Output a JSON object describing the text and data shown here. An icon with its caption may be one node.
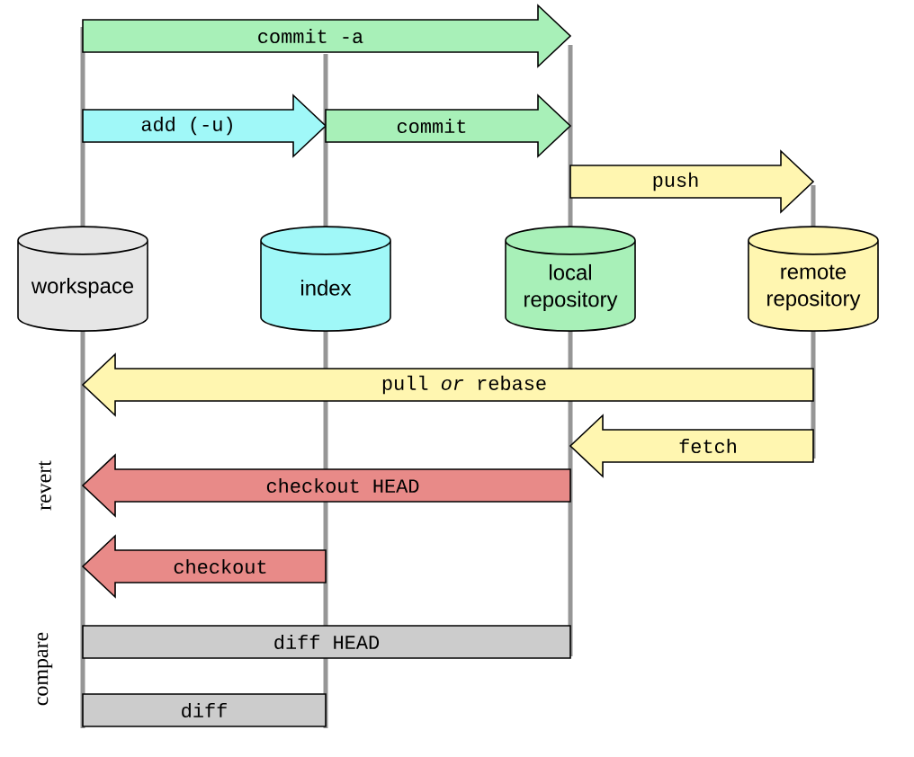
{
  "diagram": {
    "nodes": [
      {
        "text": [
          "workspace"
        ]
      },
      {
        "text": [
          "index"
        ]
      },
      {
        "text": [
          "local repository"
        ]
      },
      {
        "text": [
          "remote repository"
        ]
      }
    ],
    "edges": [
      {
        "from": 0,
        "to": 2,
        "arrow": "to",
        "label": "commit -a",
        "color": "#a8f0b8"
      },
      {
        "from": 0,
        "to": 1,
        "arrow": "to",
        "label": "add (-u)",
        "color": "#a0f8f8"
      },
      {
        "from": 1,
        "to": 2,
        "arrow": "to",
        "label": "commit",
        "color": "#a8f0b8"
      },
      {
        "from": 2,
        "to": 3,
        "arrow": "to",
        "label": "push",
        "color": "#fff6b0"
      },
      {
        "from": 3,
        "to": 0,
        "arrow": "to",
        "label": "pull *or* rebase",
        "color": "#fff6b0"
      },
      {
        "from": 3,
        "to": 2,
        "arrow": "to",
        "label": "fetch",
        "color": "#fff6b0"
      },
      {
        "from": 2,
        "to": 0,
        "arrow": "to",
        "label": "checkout HEAD",
        "color": "#e88a88"
      },
      {
        "from": 1,
        "to": 0,
        "arrow": "to",
        "label": "checkout",
        "color": "#e88a88"
      },
      {
        "from": 0,
        "to": 2,
        "arrow": "none",
        "label": "diff HEAD",
        "color": "#cccccc"
      },
      {
        "from": 0,
        "to": 1,
        "arrow": "none",
        "label": "diff",
        "color": "#cccccc"
      }
    ],
    "labels": [
      "revert",
      "compare"
    ]
  }
}
